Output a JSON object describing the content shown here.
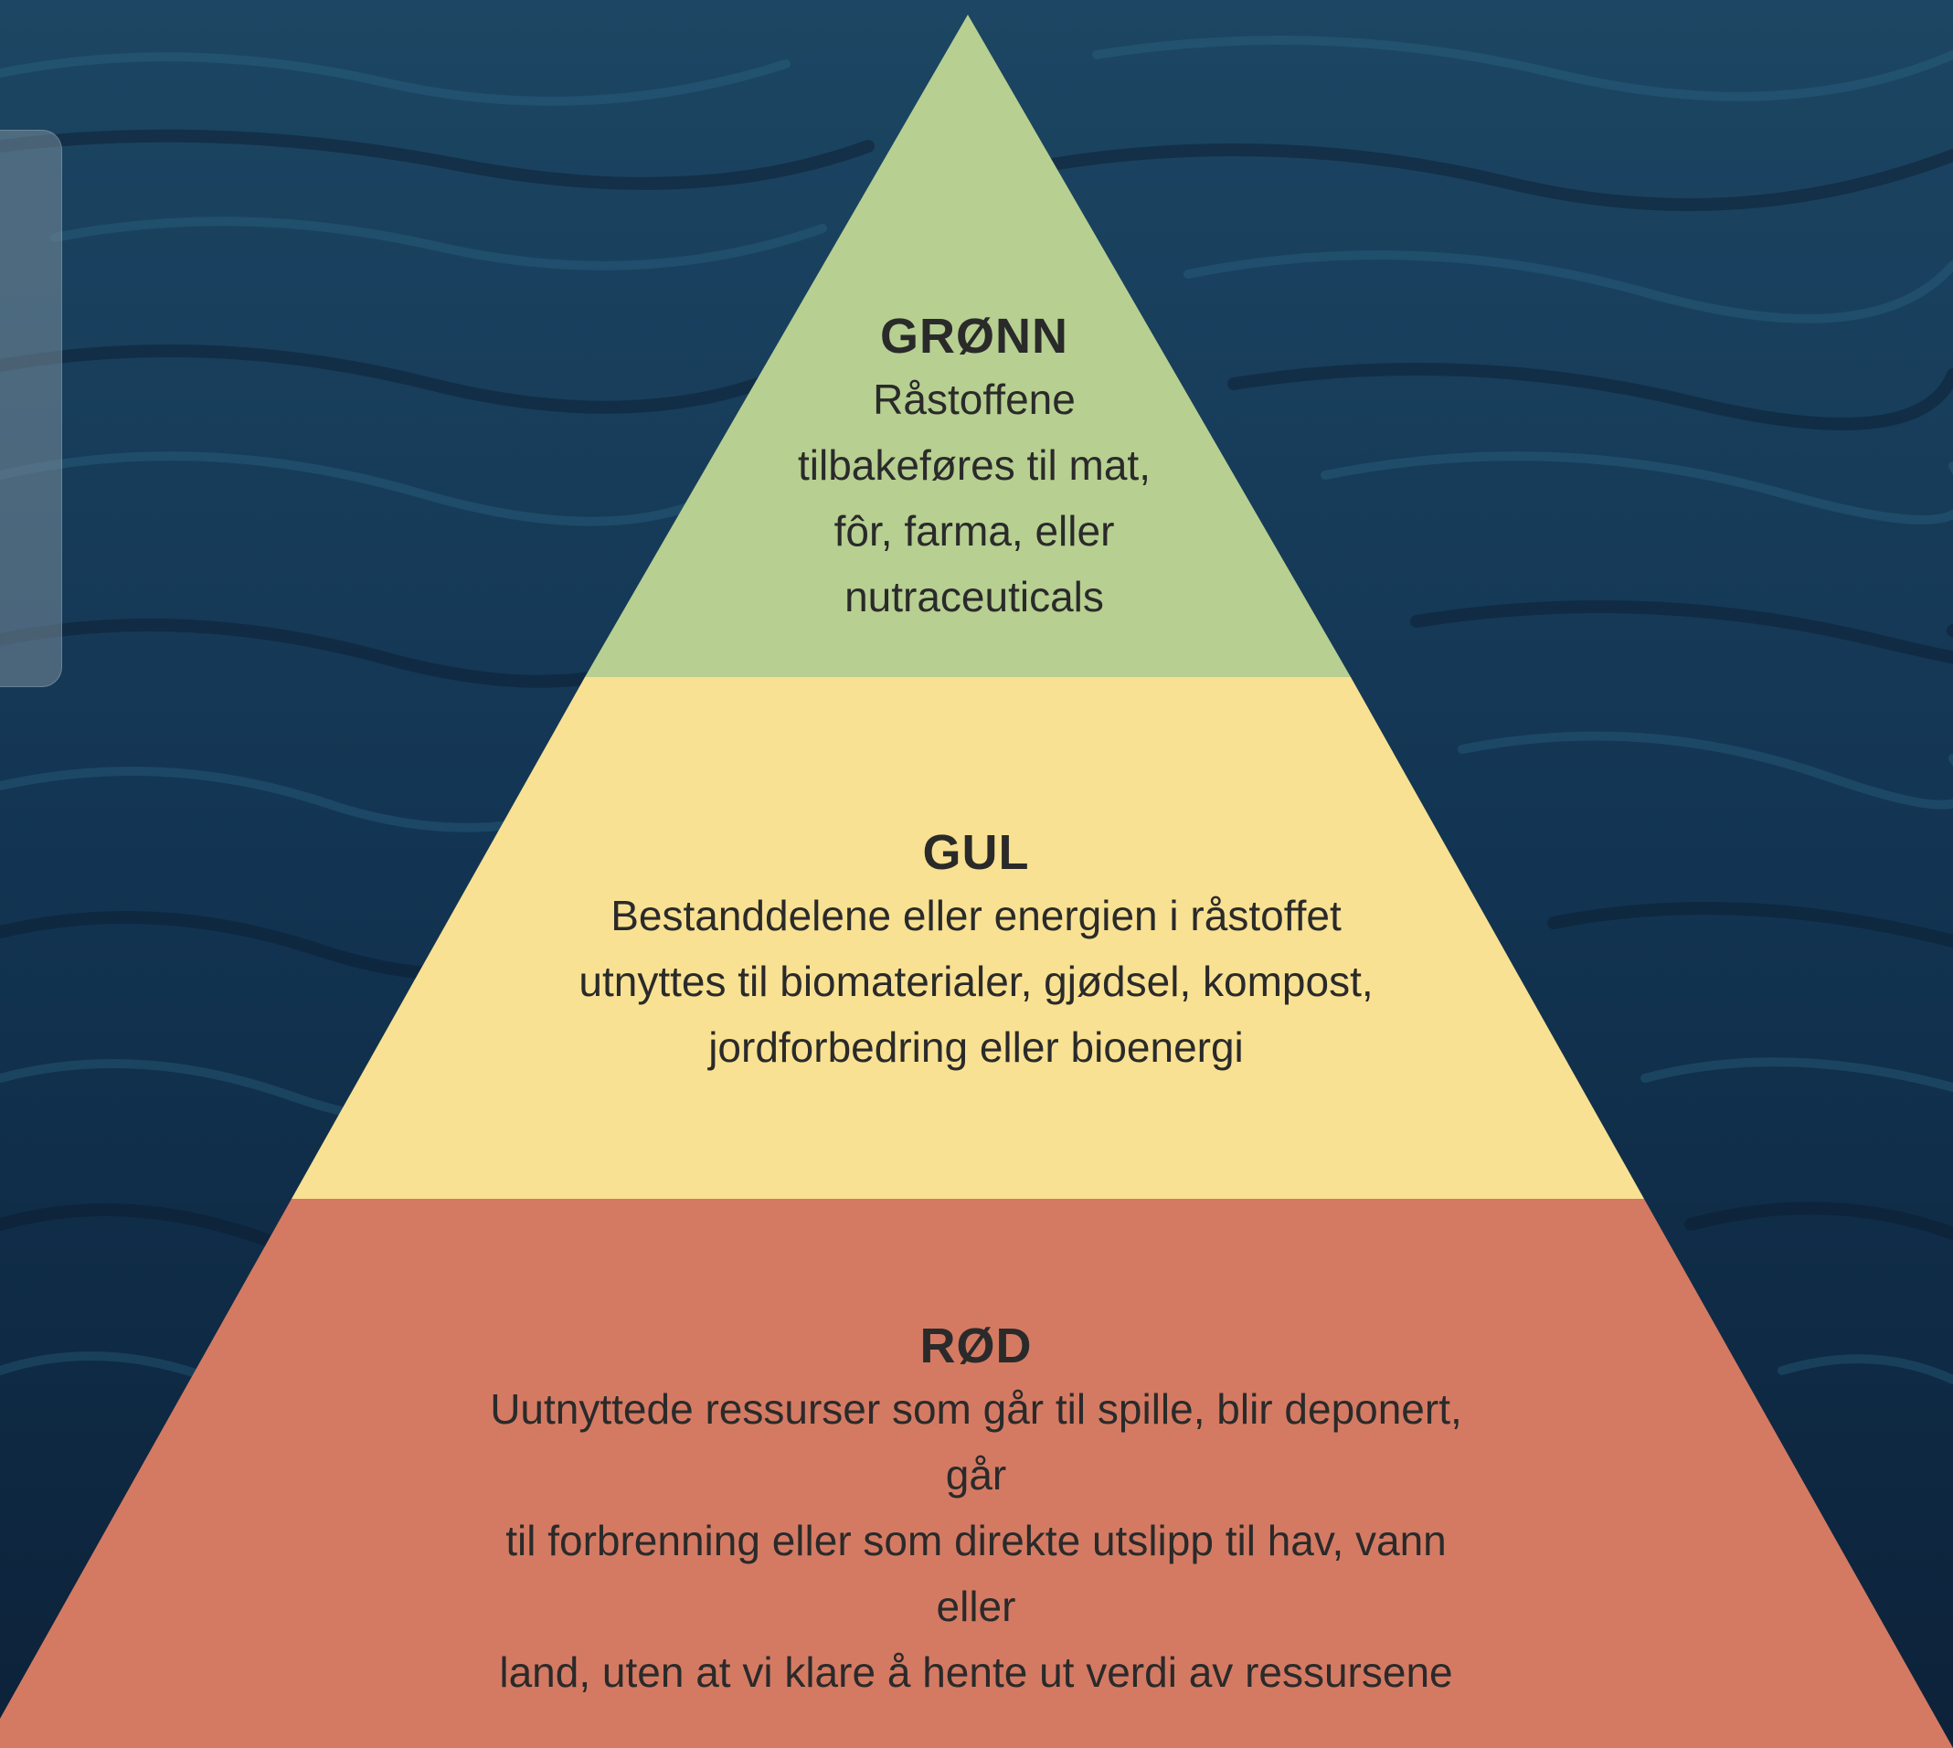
{
  "pyramid": {
    "tiers": [
      {
        "title": "GRØNN",
        "description": "Råstoffene\ntilbakeføres til mat,\nfôr, farma, eller\nnutraceuticals",
        "color": "#b7cf91"
      },
      {
        "title": "GUL",
        "description": "Bestanddelene eller energien i råstoffet\nutnyttes til biomaterialer, gjødsel, kompost,\njordforbedring eller bioenergi",
        "color": "#f8e192"
      },
      {
        "title": "RØD",
        "description": "Uutnyttede ressurser som går til spille, blir deponert, går\ntil forbrenning eller som direkte utslipp til hav, vann eller\nland, uten at vi klare å hente ut verdi av ressursene",
        "color": "#d47a63"
      }
    ]
  },
  "background": {
    "water_color": "#163a58"
  }
}
